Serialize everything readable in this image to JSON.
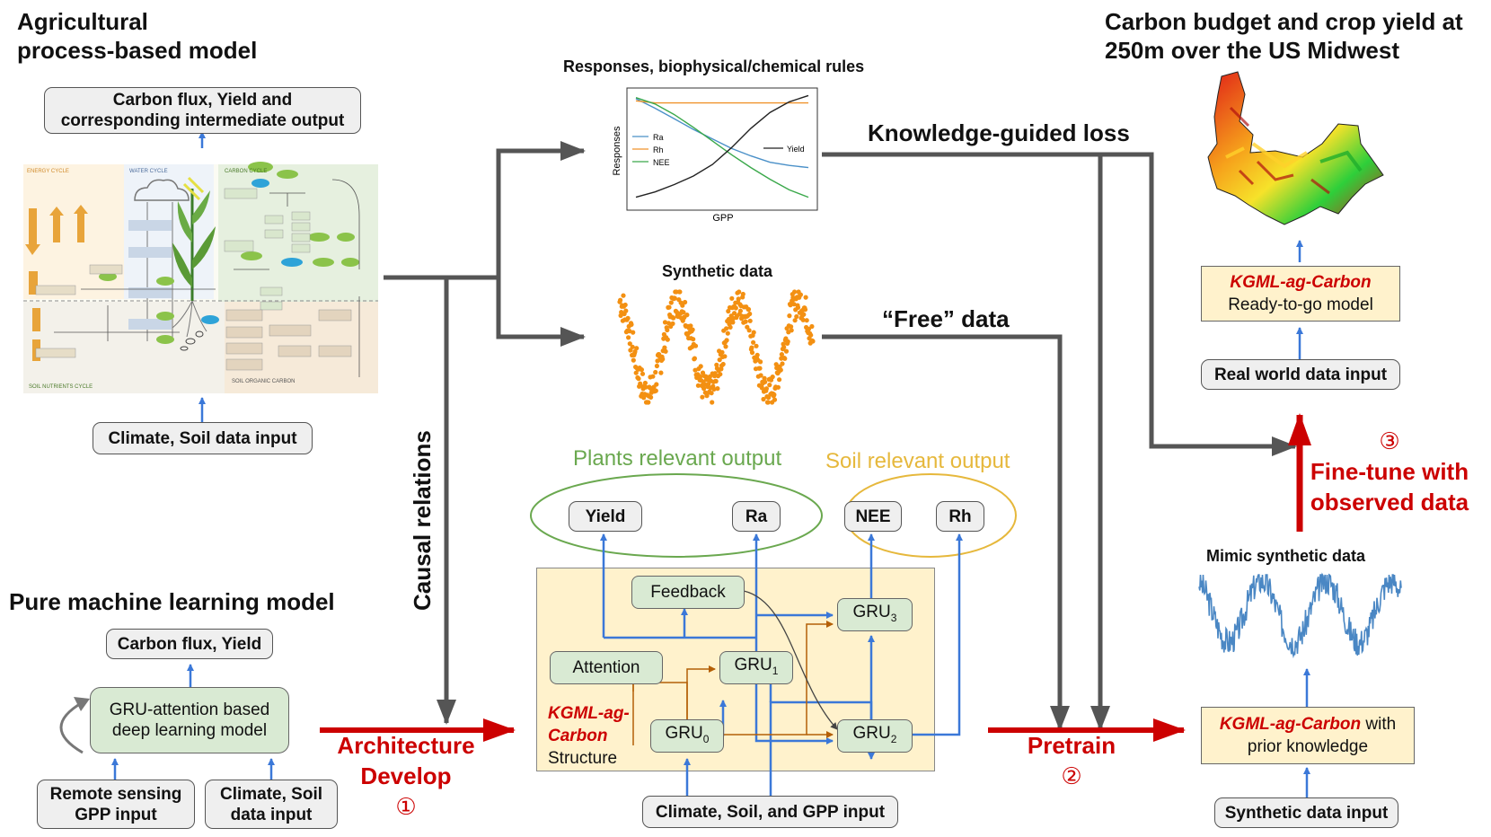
{
  "left_top": {
    "title_line1": "Agricultural",
    "title_line2": "process-based model",
    "output_box_line1": "Carbon flux, Yield and",
    "output_box_line2": "corresponding intermediate output",
    "input_box": "Climate, Soil data input",
    "panels": {
      "energy": "ENERGY CYCLE",
      "water": "WATER CYCLE",
      "carbon": "CARBON CYCLE",
      "soil_nutrients": "SOIL NUTRIENTS CYCLE",
      "soil_carbon": "SOIL ORGANIC CARBON"
    }
  },
  "left_bottom": {
    "title": "Pure machine learning model",
    "output_box": "Carbon flux, Yield",
    "model_box_line1": "GRU-attention based",
    "model_box_line2": "deep learning model",
    "input1_line1": "Remote sensing",
    "input1_line2": "GPP input",
    "input2_line1": "Climate, Soil",
    "input2_line2": "data input"
  },
  "middle": {
    "causal_relations": "Causal relations",
    "arch_line1": "Architecture",
    "arch_line2": "Develop",
    "arch_num": "①",
    "responses_title": "Responses, biophysical/chemical rules",
    "synthetic_title": "Synthetic data",
    "knowledge_loss": "Knowledge-guided loss",
    "free_data": "“Free” data",
    "plants_output": "Plants relevant output",
    "soil_output": "Soil relevant output",
    "outputs": [
      "Yield",
      "Ra",
      "NEE",
      "Rh"
    ],
    "feedback": "Feedback",
    "attention": "Attention",
    "gru": "GRU",
    "gru_subs": [
      "0",
      "1",
      "2",
      "3"
    ],
    "structure_line1": "KGML-ag-",
    "structure_line2": "Carbon",
    "structure_line3": "Structure",
    "bottom_input": "Climate, Soil, and GPP input",
    "pretrain": "Pretrain",
    "pretrain_num": "②"
  },
  "chart_data": {
    "type": "line",
    "title": "Responses, biophysical/chemical rules",
    "xlabel": "GPP",
    "ylabel": "Responses",
    "legend_left": [
      "Ra",
      "Rh",
      "NEE"
    ],
    "legend_right": [
      "Yield"
    ],
    "series": [
      {
        "name": "Ra",
        "color": "#4a90c8",
        "values": [
          0.95,
          0.86,
          0.76,
          0.66,
          0.57,
          0.48,
          0.41,
          0.35,
          0.32,
          0.3
        ]
      },
      {
        "name": "Rh",
        "color": "#f0922b",
        "values": [
          0.93,
          0.91,
          0.91,
          0.91,
          0.91,
          0.91,
          0.91,
          0.91,
          0.91,
          0.91
        ]
      },
      {
        "name": "NEE",
        "color": "#3aa84a",
        "values": [
          0.96,
          0.9,
          0.8,
          0.68,
          0.55,
          0.42,
          0.3,
          0.19,
          0.09,
          0.02
        ]
      },
      {
        "name": "Yield",
        "color": "#222222",
        "values": [
          0.02,
          0.07,
          0.14,
          0.22,
          0.33,
          0.49,
          0.67,
          0.82,
          0.92,
          0.98
        ]
      }
    ],
    "grid": false
  },
  "right": {
    "title_line1": "Carbon budget and crop yield at",
    "title_line2": "250m over the US Midwest",
    "ready_line1": "KGML-ag-Carbon",
    "ready_line2": "Ready-to-go model",
    "real_input": "Real world data input",
    "finetune_num": "③",
    "finetune_line1": "Fine-tune with",
    "finetune_line2": "observed data",
    "mimic_title": "Mimic synthetic data",
    "prior_line1_red": "KGML-ag-Carbon",
    "prior_line1_rest": " with",
    "prior_line2": "prior knowledge",
    "synthetic_input": "Synthetic data input"
  },
  "colors": {
    "arrow_blue": "#3b78d8",
    "arrow_gray": "#555555",
    "arrow_red": "#cc0000",
    "green_box": "#d9ead3",
    "yellow_box": "#fff2cc",
    "orange_series": "#f39012",
    "plants_green": "#6aa84f",
    "soil_yellow": "#e6b83c"
  }
}
